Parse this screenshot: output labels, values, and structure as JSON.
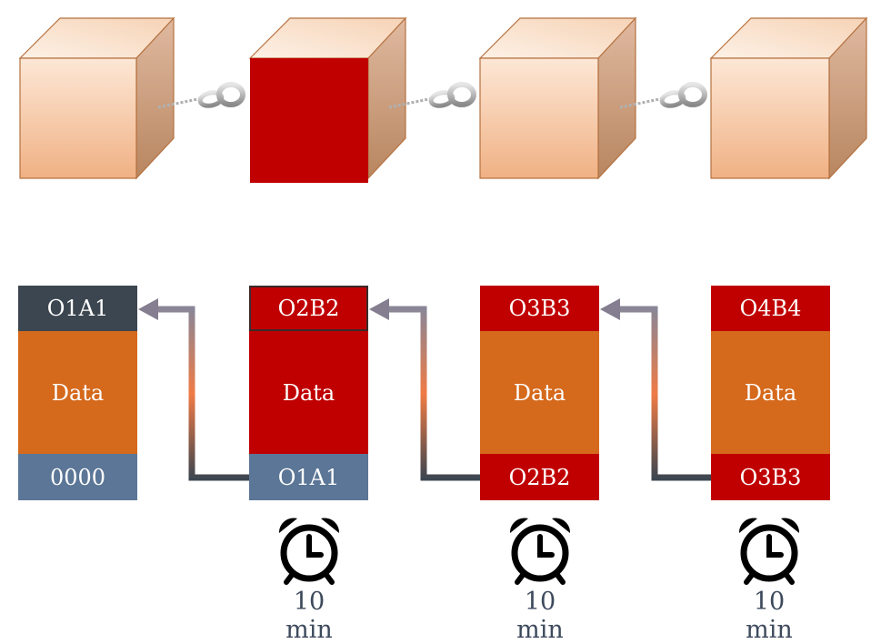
{
  "colors": {
    "accent_red": "#c00000",
    "data_orange": "#d5691c",
    "dark_slate": "#3b4650",
    "steel_blue": "#5b7696",
    "cube_light": "#fce2cc",
    "cube_mid": "#f1b88d"
  },
  "chain": {
    "cubes": [
      {
        "highlighted": false
      },
      {
        "highlighted": true
      },
      {
        "highlighted": false
      },
      {
        "highlighted": false
      }
    ],
    "link_icon": "chain-link-icon"
  },
  "blocks": [
    {
      "hash": "O1A1",
      "data": "Data",
      "prev_hash": "0000",
      "hash_color": "#3b4650",
      "prev_color": "#5b7696",
      "data_color": "#d5691c"
    },
    {
      "hash": "O2B2",
      "data": "Data",
      "prev_hash": "O1A1",
      "hash_color": "#c00000",
      "prev_color": "#5b7696",
      "data_color": "#c00000"
    },
    {
      "hash": "O3B3",
      "data": "Data",
      "prev_hash": "O2B2",
      "hash_color": "#c00000",
      "prev_color": "#c00000",
      "data_color": "#d5691c"
    },
    {
      "hash": "O4B4",
      "data": "Data",
      "prev_hash": "O3B3",
      "hash_color": "#c00000",
      "prev_color": "#c00000",
      "data_color": "#d5691c"
    }
  ],
  "timers": [
    {
      "label": "10 min",
      "icon": "alarm-clock-icon"
    },
    {
      "label": "10 min",
      "icon": "alarm-clock-icon"
    },
    {
      "label": "10 min",
      "icon": "alarm-clock-icon"
    }
  ]
}
